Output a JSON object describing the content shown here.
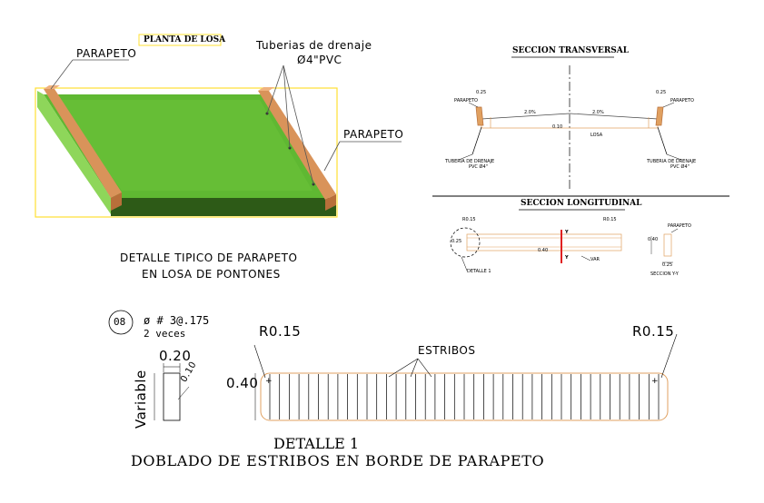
{
  "colors": {
    "frame_yellow": "#ffe033",
    "slab_green": "#5fb832",
    "slab_green_light": "#7dd146",
    "slab_dark": "#2d5a17",
    "parapet_wood": "#d9935a",
    "parapet_wood_dark": "#b86f3a",
    "stirrup_orange": "#e0a060",
    "line_black": "#000000",
    "section_red": "#e02020"
  },
  "plan_view": {
    "title": "PLANTA DE LOSA",
    "parapet_label_left": "PARAPETO",
    "parapet_label_right": "PARAPETO",
    "drain_label_line1": "Tuberias de drenaje",
    "drain_label_line2": "Ø4\"PVC",
    "caption_line1": "DETALLE TIPICO DE PARAPETO",
    "caption_line2": "EN LOSA DE PONTONES"
  },
  "transverse_section": {
    "title": "SECCION TRANSVERSAL",
    "left_label": "PARAPETO",
    "right_label": "PARAPETO",
    "left_dim": "0.25",
    "right_dim": "0.25",
    "left_slope": "2.0%",
    "right_slope": "2.0%",
    "center_dim": "0.10",
    "center_note": "LOSA",
    "left_drain_line1": "TUBERIA DE DRENAJE",
    "left_drain_line2": "PVC Ø4\"",
    "right_drain_line1": "TUBERIA DE DRENAJE",
    "right_drain_line2": "PVC Ø4\""
  },
  "longitudinal_section": {
    "title": "SECCION LONGITUDINAL",
    "radius_left": "R0.15",
    "radius_right": "R0.15",
    "height_dim": "0.25",
    "length_dim": "0.40",
    "cut_label_top": "Y",
    "cut_label_bottom": "Y",
    "detail_ref": "DETALLE 1",
    "note": "VAR",
    "yy_label": "PARAPETO",
    "yy_height": "0.40",
    "yy_width": "0.25",
    "yy_title": "SECCION Y-Y"
  },
  "rebar_spec": {
    "mark": "08",
    "spec": "ø # 3@.175",
    "times": "2 veces"
  },
  "stirrup_section": {
    "width_dim": "0.20",
    "inner_dim": "0.10",
    "height_label": "Variable"
  },
  "detail_1": {
    "radius_left": "R0.15",
    "radius_right": "R0.15",
    "height_dim": "0.40",
    "stirrups_label": "ESTRIBOS",
    "stirrup_count": 41,
    "title": "DETALLE 1",
    "subtitle": "DOBLADO DE ESTRIBOS EN BORDE DE PARAPETO"
  }
}
